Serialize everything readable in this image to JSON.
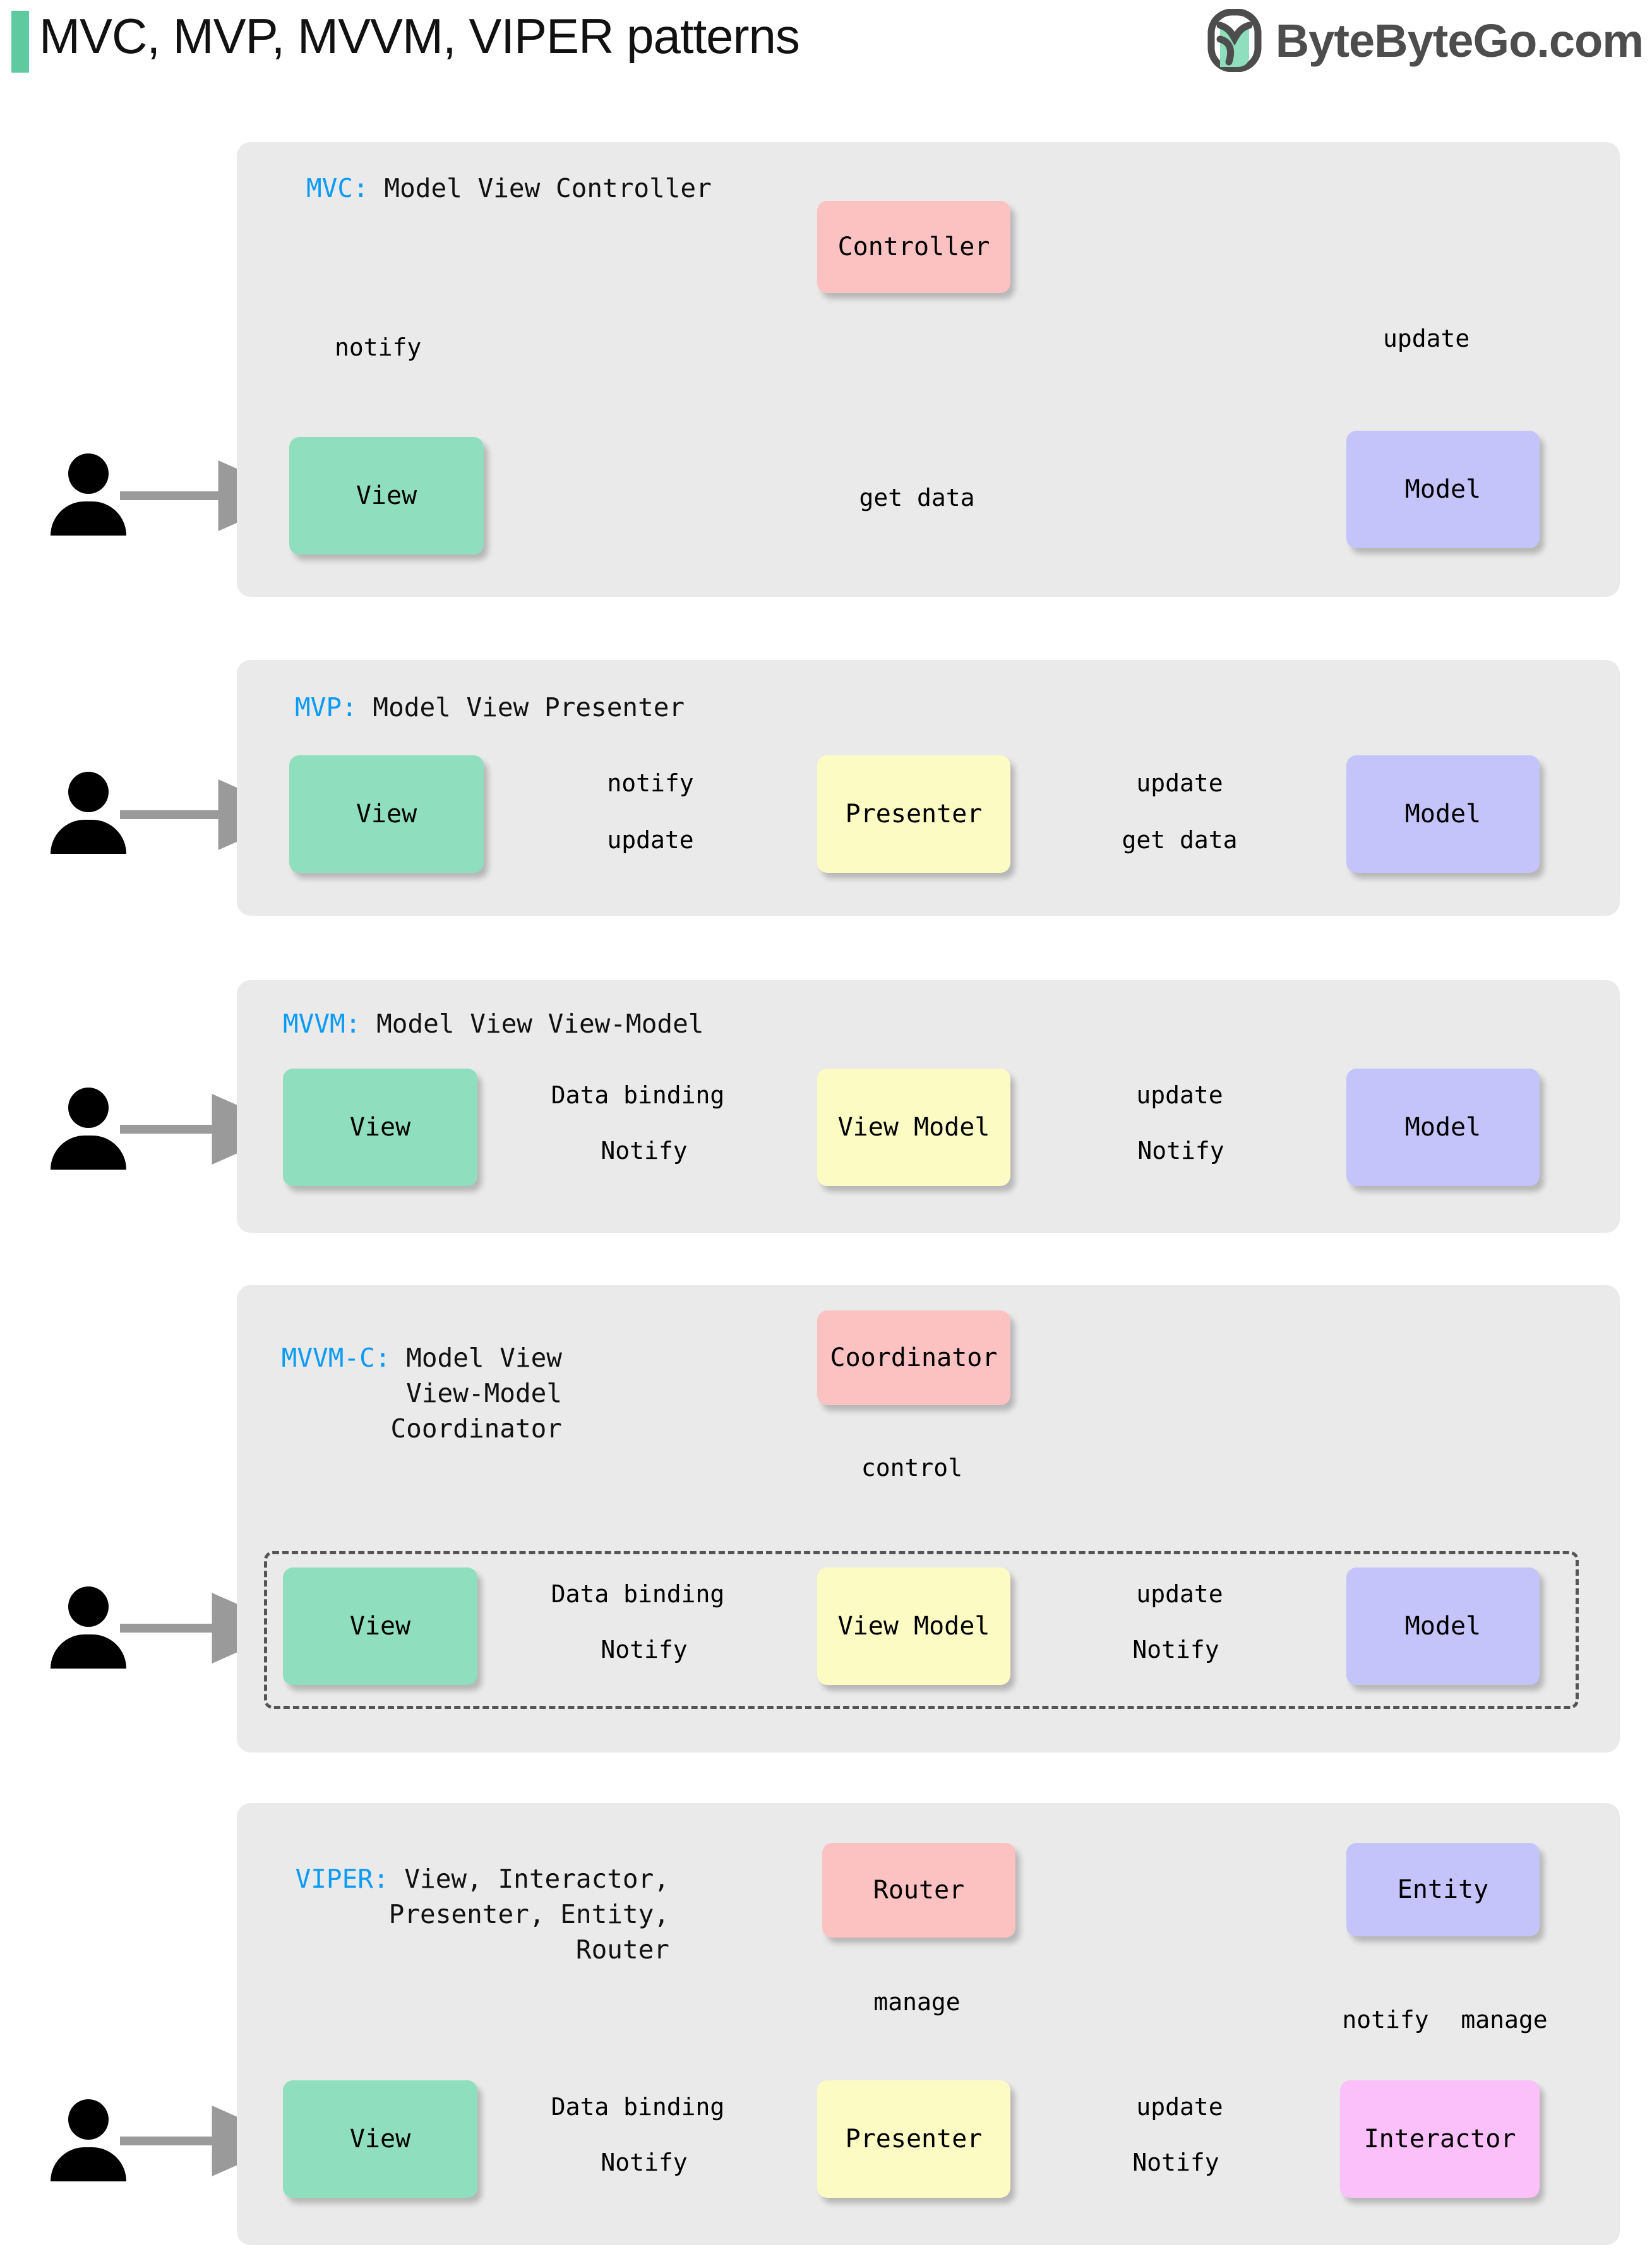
{
  "header": {
    "accent_color": "#5FC9A0",
    "title": "MVC, MVP, MVVM, VIPER patterns",
    "brand_text": "ByteByteGo.com",
    "logo_icon": "bytebytego-leaf-icon"
  },
  "palette": {
    "section_bg": "#EAEAEA",
    "view": "#8FDFBE",
    "model": "#C5C4FA",
    "controller": "#FCC2C2",
    "presenter": "#FDFBC4",
    "interactor": "#FBC0FA",
    "key_text": "#0a9bf5",
    "arrow": "#9a9a9a",
    "dashed_border": "#555555"
  },
  "sections": [
    {
      "id": "mvc",
      "key": "MVC:",
      "title": " Model View Controller",
      "nodes": {
        "view": "View",
        "controller": "Controller",
        "model": "Model"
      },
      "edges": {
        "notify": "notify",
        "update": "update",
        "get_data": "get data"
      }
    },
    {
      "id": "mvp",
      "key": "MVP:",
      "title": " Model View Presenter",
      "nodes": {
        "view": "View",
        "presenter": "Presenter",
        "model": "Model"
      },
      "edges": {
        "notify": "notify",
        "update_left": "update",
        "update_right": "update",
        "get_data": "get data"
      }
    },
    {
      "id": "mvvm",
      "key": "MVVM:",
      "title": " Model View View-Model",
      "nodes": {
        "view": "View",
        "view_model": "View Model",
        "model": "Model"
      },
      "edges": {
        "data_binding": "Data binding",
        "update": "update",
        "notify_left": "Notify",
        "notify_right": "Notify"
      }
    },
    {
      "id": "mvvmc",
      "key": "MVVM-C:",
      "title_lines": [
        " Model View",
        "View-Model",
        "Coordinator"
      ],
      "nodes": {
        "coordinator": "Coordinator",
        "view": "View",
        "view_model": "View Model",
        "model": "Model"
      },
      "edges": {
        "control": "control",
        "data_binding": "Data binding",
        "update": "update",
        "notify_left": "Notify",
        "notify_right": "Notify"
      }
    },
    {
      "id": "viper",
      "key": "VIPER:",
      "title_lines": [
        " View, Interactor,",
        "Presenter, Entity,",
        "Router"
      ],
      "nodes": {
        "router": "Router",
        "entity": "Entity",
        "view": "View",
        "presenter": "Presenter",
        "interactor": "Interactor"
      },
      "edges": {
        "manage_router": "manage",
        "notify_entity": "notify",
        "manage_entity": "manage",
        "data_binding": "Data binding",
        "update": "update",
        "notify_left": "Notify",
        "notify_right": "Notify"
      }
    }
  ]
}
